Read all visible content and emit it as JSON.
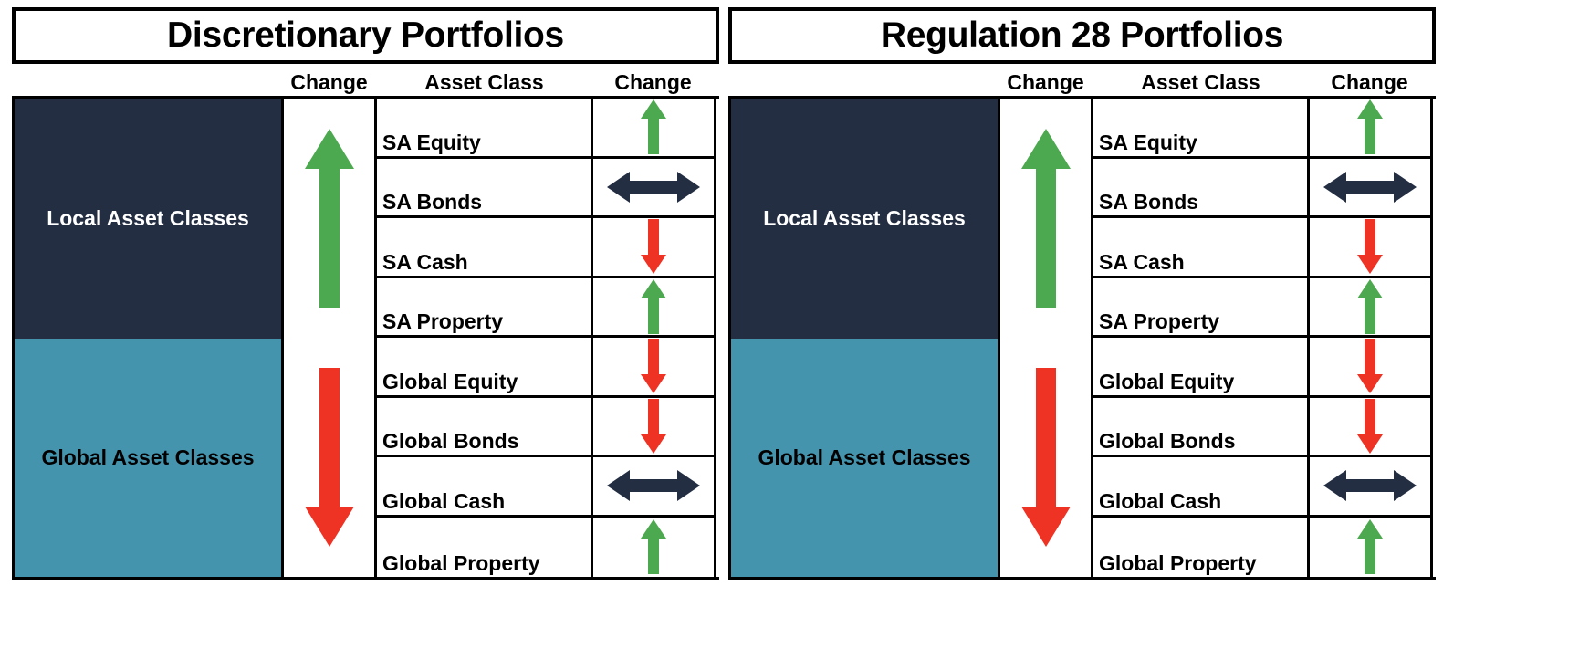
{
  "colors": {
    "local_block": "#242E42",
    "global_block": "#4594AE",
    "up": "#4DA94F",
    "down": "#EE3224",
    "flat": "#242E42",
    "border": "#000000"
  },
  "column_headers": {
    "group_change": "Change",
    "asset_class": "Asset Class",
    "row_change": "Change"
  },
  "panels": [
    {
      "title": "Discretionary Portfolios",
      "groups": [
        {
          "label": "Local Asset Classes",
          "block_color": "#242E42",
          "label_color": "#ffffff",
          "change": "up",
          "rows": [
            {
              "asset_class": "SA Equity",
              "change": "up"
            },
            {
              "asset_class": "SA Bonds",
              "change": "flat"
            },
            {
              "asset_class": "SA Cash",
              "change": "down"
            },
            {
              "asset_class": "SA Property",
              "change": "up"
            }
          ]
        },
        {
          "label": "Global Asset Classes",
          "block_color": "#4594AE",
          "label_color": "#000000",
          "change": "down",
          "rows": [
            {
              "asset_class": "Global Equity",
              "change": "down"
            },
            {
              "asset_class": "Global Bonds",
              "change": "down"
            },
            {
              "asset_class": "Global Cash",
              "change": "flat"
            },
            {
              "asset_class": "Global Property",
              "change": "up"
            }
          ]
        }
      ]
    },
    {
      "title": "Regulation 28 Portfolios",
      "groups": [
        {
          "label": "Local Asset Classes",
          "block_color": "#242E42",
          "label_color": "#ffffff",
          "change": "up",
          "rows": [
            {
              "asset_class": "SA Equity",
              "change": "up"
            },
            {
              "asset_class": "SA Bonds",
              "change": "flat"
            },
            {
              "asset_class": "SA Cash",
              "change": "down"
            },
            {
              "asset_class": "SA Property",
              "change": "up"
            }
          ]
        },
        {
          "label": "Global Asset Classes",
          "block_color": "#4594AE",
          "label_color": "#000000",
          "change": "down",
          "rows": [
            {
              "asset_class": "Global Equity",
              "change": "down"
            },
            {
              "asset_class": "Global Bonds",
              "change": "down"
            },
            {
              "asset_class": "Global Cash",
              "change": "flat"
            },
            {
              "asset_class": "Global Property",
              "change": "up"
            }
          ]
        }
      ]
    }
  ],
  "icon_names": {
    "up": "arrow-up-icon",
    "down": "arrow-down-icon",
    "flat": "arrow-left-right-icon"
  }
}
